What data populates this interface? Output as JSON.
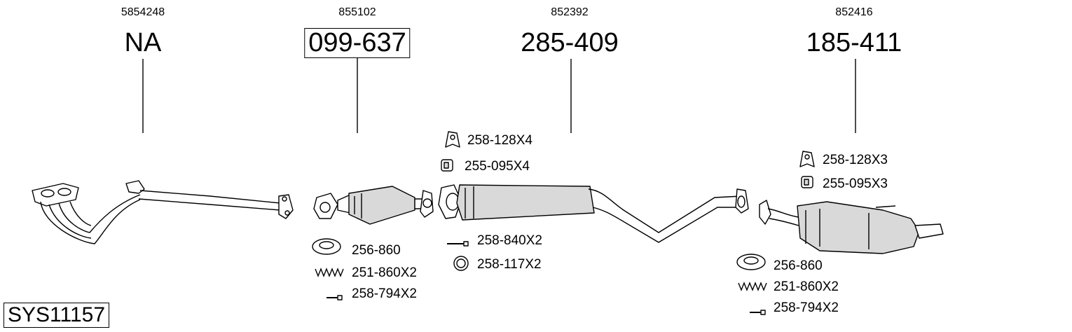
{
  "system_id": "SYS11157",
  "parts": [
    {
      "ref": "5854248",
      "number": "NA",
      "boxed": false
    },
    {
      "ref": "855102",
      "number": "099-637",
      "boxed": true
    },
    {
      "ref": "852392",
      "number": "285-409",
      "boxed": false
    },
    {
      "ref": "852416",
      "number": "185-411",
      "boxed": false
    }
  ],
  "accessories": {
    "catalyst": [
      {
        "icon": "gasket-ring-icon",
        "label": "256-860"
      },
      {
        "icon": "spring-icon",
        "label": "251-860X2"
      },
      {
        "icon": "bolt-icon",
        "label": "258-794X2"
      }
    ],
    "middle_top": [
      {
        "icon": "rubber-hanger-icon",
        "label": "258-128X4"
      },
      {
        "icon": "rubber-mount-icon",
        "label": "255-095X4"
      }
    ],
    "middle_bottom": [
      {
        "icon": "bolt-icon",
        "label": "258-840X2"
      },
      {
        "icon": "o-ring-icon",
        "label": "258-117X2"
      }
    ],
    "rear_top": [
      {
        "icon": "rubber-hanger-icon",
        "label": "258-128X3"
      },
      {
        "icon": "rubber-mount-icon",
        "label": "255-095X3"
      }
    ],
    "rear_bottom": [
      {
        "icon": "gasket-ring-icon",
        "label": "256-860"
      },
      {
        "icon": "spring-icon",
        "label": "251-860X2"
      },
      {
        "icon": "bolt-icon",
        "label": "258-794X2"
      }
    ]
  }
}
